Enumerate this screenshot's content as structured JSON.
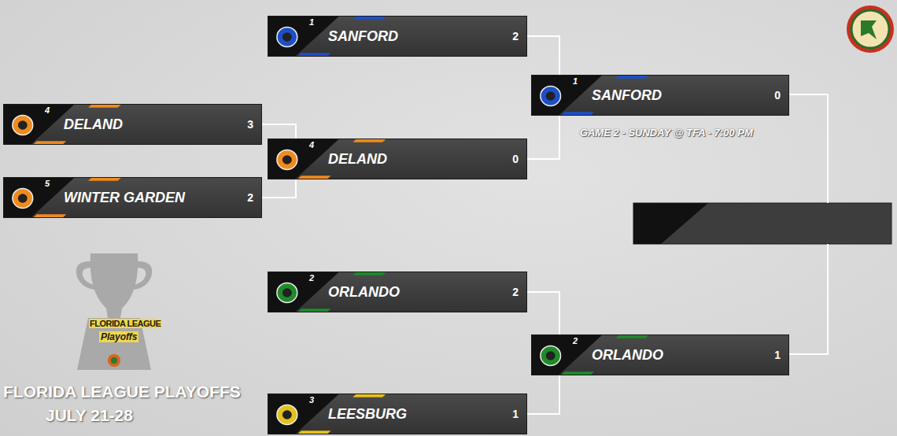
{
  "diagram": {
    "title": "FLORIDA LEAGUE PLAYOFFS",
    "nodes": [
      {
        "text": [
          "1",
          "SANFORD",
          "2"
        ]
      },
      {
        "text": [
          "1",
          "SANFORD",
          "0"
        ]
      },
      {
        "text": [
          "4",
          "DELAND",
          "3"
        ]
      },
      {
        "text": [
          "4",
          "DELAND",
          "0"
        ]
      },
      {
        "text": [
          "5",
          "WINTER GARDEN",
          "2"
        ]
      },
      {
        "text": [
          "2",
          "ORLANDO",
          "2"
        ]
      },
      {
        "text": [
          "2",
          "ORLANDO",
          "1"
        ]
      },
      {
        "text": [
          "3",
          "LEESBURG",
          "1"
        ]
      }
    ],
    "edges": [
      {
        "from": 0,
        "to": 1,
        "arrow": "none"
      },
      {
        "from": 3,
        "to": 1,
        "arrow": "none"
      },
      {
        "from": 2,
        "to": 3,
        "arrow": "none"
      },
      {
        "from": 4,
        "to": 3,
        "arrow": "none"
      },
      {
        "from": 5,
        "to": 6,
        "arrow": "none"
      },
      {
        "from": 7,
        "to": 6,
        "arrow": "none"
      }
    ],
    "labels": [
      "GAME 2 - SUNDAY @ TFA - 7:00 PM",
      "FLORIDA LEAGUE",
      "Playoffs",
      "JULY 21-28"
    ]
  }
}
